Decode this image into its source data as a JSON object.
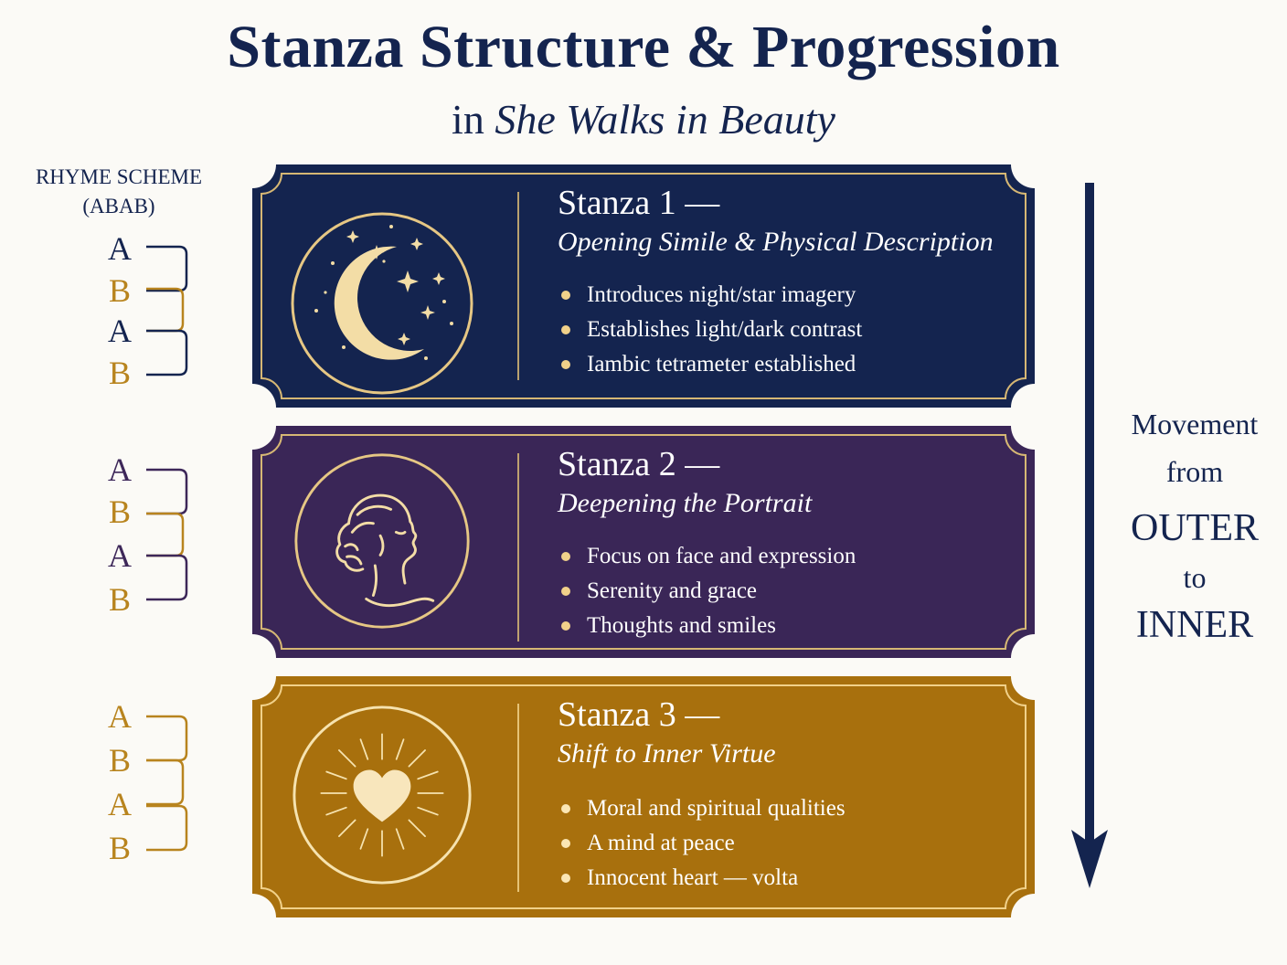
{
  "header": {
    "title": "Stanza Structure & Progression",
    "subtitle_prefix": "in",
    "subtitle_italic": "She Walks in Beauty"
  },
  "rhyme_scheme": {
    "heading_line1": "RHYME SCHEME",
    "heading_line2": "(ABAB)",
    "groups": [
      {
        "letters": [
          "A",
          "B",
          "A",
          "B"
        ]
      },
      {
        "letters": [
          "A",
          "B",
          "A",
          "B"
        ]
      },
      {
        "letters": [
          "A",
          "B",
          "A",
          "B"
        ]
      }
    ]
  },
  "stanzas": [
    {
      "title": "Stanza 1 —",
      "subtitle": "Opening Simile & Physical Description",
      "icon": "crescent-moon-stars-icon",
      "bullets": [
        "Introduces night/star imagery",
        "Establishes light/dark contrast",
        "Iambic tetrameter established"
      ],
      "color": "#14244f"
    },
    {
      "title": "Stanza 2 —",
      "subtitle": "Deepening the Portrait",
      "icon": "woman-profile-icon",
      "bullets": [
        "Focus on face and expression",
        "Serenity and grace",
        "Thoughts and smiles"
      ],
      "color": "#3a2657"
    },
    {
      "title": "Stanza 3 —",
      "subtitle": "Shift to Inner Virtue",
      "icon": "radiant-heart-icon",
      "bullets": [
        "Moral and spiritual qualities",
        "A mind at peace",
        "Innocent heart — volta"
      ],
      "color": "#a8700d"
    }
  ],
  "flow": {
    "line1": "Movement",
    "line2": "from",
    "line3": "OUTER",
    "line4": "to",
    "line5": "INNER"
  },
  "colors": {
    "navy": "#14244f",
    "gold": "#b8841e",
    "purple": "#3d2759",
    "accent_gold": "#f1d18a"
  }
}
